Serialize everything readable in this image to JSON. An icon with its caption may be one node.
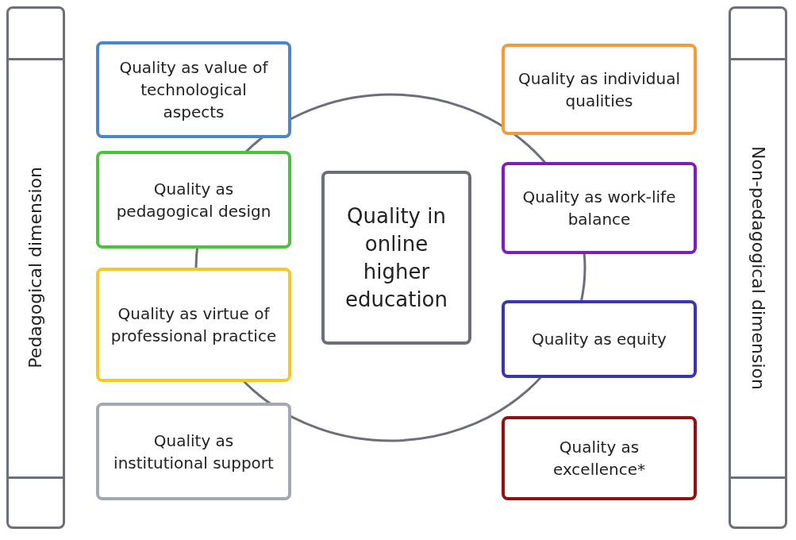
{
  "diagram": {
    "nodes": [
      {
        "text": [
          "Pedagogical dimension"
        ]
      },
      {
        "text": [
          "Quality as value of technological aspects"
        ]
      },
      {
        "text": [
          "Quality as pedagogical design"
        ]
      },
      {
        "text": [
          "Quality as virtue of professional practice"
        ]
      },
      {
        "text": [
          "Quality as institutional support"
        ]
      },
      {
        "text": [
          "Quality in online higher education"
        ]
      },
      {
        "text": [
          "Quality as individual qualities"
        ]
      },
      {
        "text": [
          "Quality as work-life balance"
        ]
      },
      {
        "text": [
          "Quality as equity"
        ]
      },
      {
        "text": [
          "Quality as excellence*"
        ]
      },
      {
        "text": [
          "Non-pedagogical dimension"
        ]
      }
    ]
  }
}
